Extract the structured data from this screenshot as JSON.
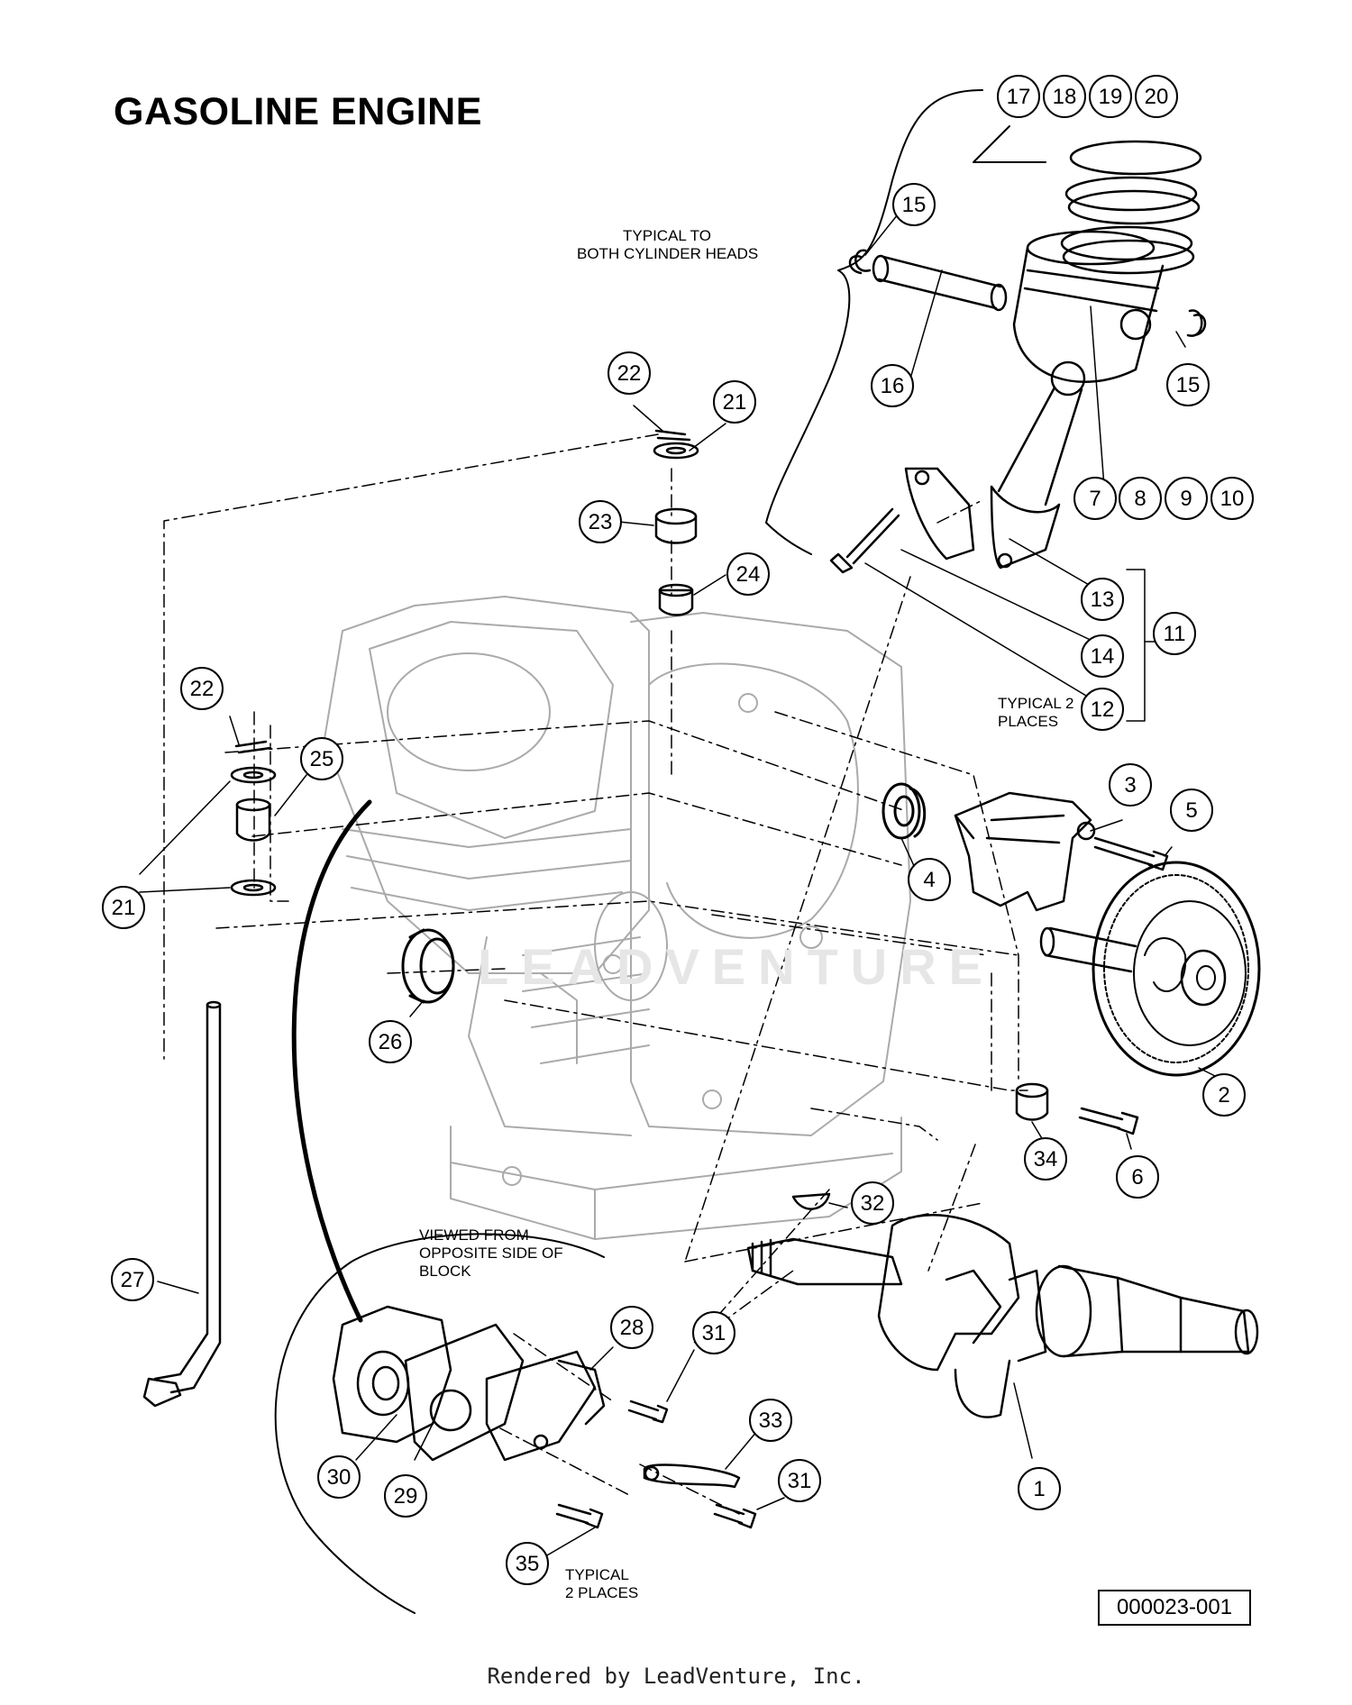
{
  "title": "GASOLINE ENGINE",
  "notes": {
    "cyl_heads": [
      "TYPICAL TO",
      "BOTH CYLINDER HEADS"
    ],
    "places_top": [
      "TYPICAL 2",
      "PLACES"
    ],
    "viewed": [
      "VIEWED FROM",
      "OPPOSITE SIDE OF",
      "BLOCK"
    ],
    "places_bottom": [
      "TYPICAL",
      "2 PLACES"
    ]
  },
  "watermark": "LEADVENTURE",
  "doc_number": "000023-001",
  "footer": "Rendered by LeadVenture, Inc.",
  "callouts": [
    "17",
    "18",
    "19",
    "20",
    "15",
    "16",
    "15",
    "22",
    "21",
    "23",
    "24",
    "7",
    "8",
    "9",
    "10",
    "13",
    "14",
    "12",
    "11",
    "22",
    "25",
    "21",
    "3",
    "5",
    "4",
    "26",
    "2",
    "34",
    "6",
    "32",
    "27",
    "28",
    "31",
    "33",
    "31",
    "30",
    "29",
    "35",
    "1"
  ]
}
